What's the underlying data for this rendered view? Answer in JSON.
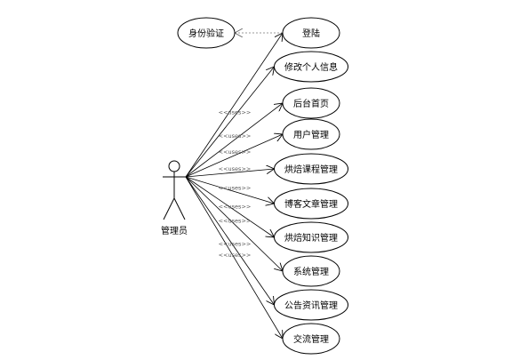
{
  "diagram": {
    "actor": {
      "name": "管理员"
    },
    "auth_use_case": {
      "label": "身份验证"
    },
    "use_cases": [
      {
        "id": "uc1",
        "label": "登陆"
      },
      {
        "id": "uc2",
        "label": "修改个人信息"
      },
      {
        "id": "uc3",
        "label": "后台首页"
      },
      {
        "id": "uc4",
        "label": "用户管理"
      },
      {
        "id": "uc5",
        "label": "烘焙课程管理"
      },
      {
        "id": "uc6",
        "label": "博客文章管理"
      },
      {
        "id": "uc7",
        "label": "烘焙知识管理"
      },
      {
        "id": "uc8",
        "label": "系统管理"
      },
      {
        "id": "uc9",
        "label": "公告资讯管理"
      },
      {
        "id": "uc10",
        "label": "交流管理"
      }
    ],
    "stereotype": "<<uses>>"
  }
}
